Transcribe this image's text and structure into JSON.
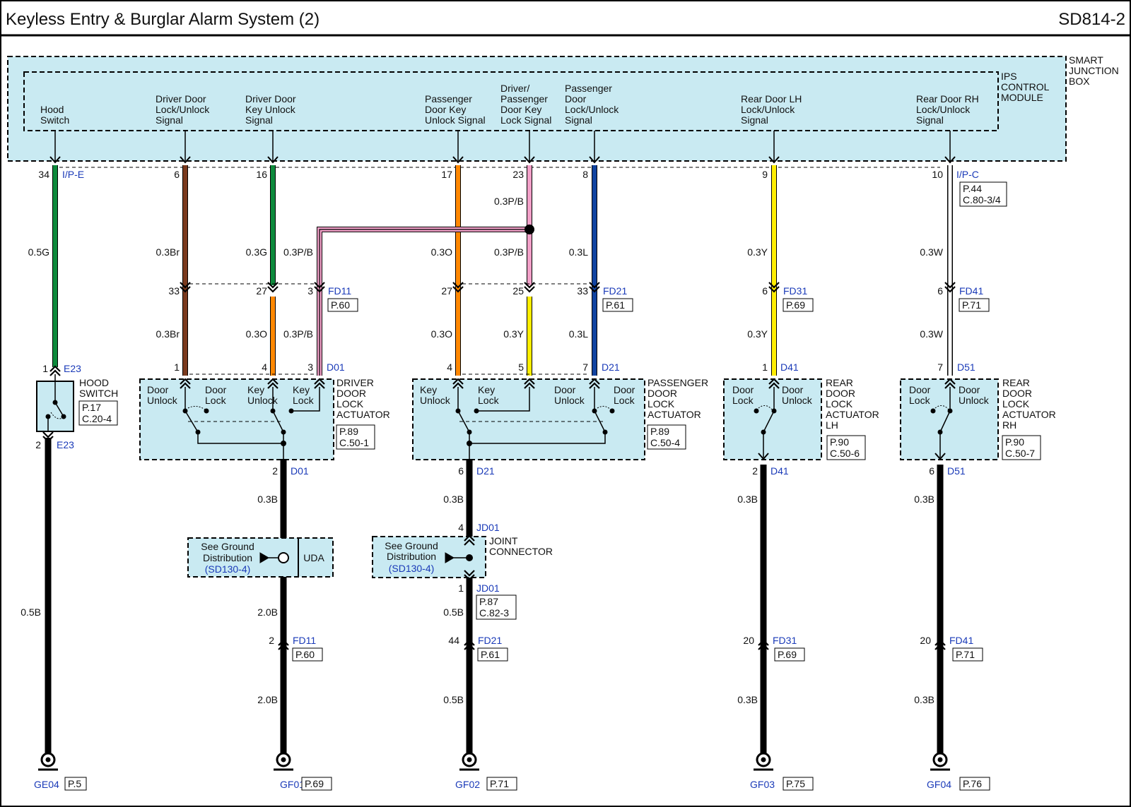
{
  "header": {
    "title": "Keyless Entry & Burglar Alarm System (2)",
    "code": "SD814-2"
  },
  "modules": {
    "smart_junction_box": [
      "SMART",
      "JUNCTION",
      "BOX"
    ],
    "ips_control_module": [
      "IPS",
      "CONTROL",
      "MODULE"
    ]
  },
  "signals": [
    {
      "id": "s1",
      "lines": [
        "Hood",
        "Switch"
      ]
    },
    {
      "id": "s2",
      "lines": [
        "Driver Door",
        "Lock/Unlock",
        "Signal"
      ]
    },
    {
      "id": "s3",
      "lines": [
        "Driver Door",
        "Key Unlock",
        "Signal"
      ]
    },
    {
      "id": "s4",
      "lines": [
        "Passenger",
        "Door Key",
        "Unlock Signal"
      ]
    },
    {
      "id": "s5",
      "lines": [
        "Driver/",
        "Passenger",
        "Door Key",
        "Lock Signal"
      ]
    },
    {
      "id": "s6",
      "lines": [
        "Passenger",
        "Door",
        "Lock/Unlock",
        "Signal"
      ]
    },
    {
      "id": "s7",
      "lines": [
        "Rear Door LH",
        "Lock/Unlock",
        "Signal"
      ]
    },
    {
      "id": "s8",
      "lines": [
        "Rear Door RH",
        "Lock/Unlock",
        "Signal"
      ]
    }
  ],
  "wire_colors": {
    "green": "#0e8a3c",
    "brown": "#7a3a1e",
    "orange": "#ff8800",
    "pink": "#f2a0c8",
    "blue": "#1043a0",
    "yellow": "#ffee00",
    "white": "#ffffff",
    "black": "#000000",
    "module_fill": "#c9eaf2",
    "connector_text": "#1a3ab8"
  },
  "labels": {
    "p34": "34",
    "ipe": "I/P-E",
    "p6": "6",
    "p16": "16",
    "p17": "17",
    "p23": "23",
    "p8": "8",
    "p9": "9",
    "p10": "10",
    "ipc": "I/P-C",
    "ipc_ref1": "P.44",
    "ipc_ref2": "C.80-3/4",
    "w03pb_a": "0.3P/B",
    "w05g": "0.5G",
    "w03br_a": "0.3Br",
    "w03g": "0.3G",
    "w03pb_b": "0.3P/B",
    "w03o_a": "0.3O",
    "w03pb_c": "0.3P/B",
    "w03l_a": "0.3L",
    "w03y_a": "0.3Y",
    "w03w_a": "0.3W",
    "fd11_33": "33",
    "fd11_27": "27",
    "fd11_3": "3",
    "fd11": "FD11",
    "fd11_ref": "P.60",
    "fd21_27": "27",
    "fd21_25": "25",
    "fd21_33": "33",
    "fd21": "FD21",
    "fd21_ref": "P.61",
    "fd31_6": "6",
    "fd31": "FD31",
    "fd31_ref": "P.69",
    "fd41_6": "6",
    "fd41": "FD41",
    "fd41_ref": "P.71",
    "w03br_b": "0.3Br",
    "w03o_b": "0.3O",
    "w03pb_d": "0.3P/B",
    "w03o_c": "0.3O",
    "w03y_b": "0.3Y",
    "w03l_b": "0.3L",
    "w03y_c": "0.3Y",
    "w03w_b": "0.3W",
    "e23_1": "1",
    "e23": "E23",
    "d01_1": "1",
    "d01_4": "4",
    "d01_3": "3",
    "d01": "D01",
    "d21_4": "4",
    "d21_5": "5",
    "d21_7": "7",
    "d21": "D21",
    "d41_1": "1",
    "d41": "D41",
    "d51_7": "7",
    "d51": "D51",
    "hood_sw": [
      "HOOD",
      "SWITCH"
    ],
    "hood_ref1": "P.17",
    "hood_ref2": "C.20-4",
    "drv_act": [
      "DRIVER",
      "DOOR",
      "LOCK",
      "ACTUATOR"
    ],
    "drv_ref1": "P.89",
    "drv_ref2": "C.50-1",
    "pas_act": [
      "PASSENGER",
      "DOOR",
      "LOCK",
      "ACTUATOR"
    ],
    "pas_ref1": "P.89",
    "pas_ref2": "C.50-4",
    "rlh_act": [
      "REAR",
      "DOOR",
      "LOCK",
      "ACTUATOR",
      "LH"
    ],
    "rlh_ref1": "P.90",
    "rlh_ref2": "C.50-6",
    "rrh_act": [
      "REAR",
      "DOOR",
      "LOCK",
      "ACTUATOR",
      "RH"
    ],
    "rrh_ref1": "P.90",
    "rrh_ref2": "C.50-7",
    "dd_unlock": [
      "Door",
      "Unlock"
    ],
    "dd_lock": [
      "Door",
      "Lock"
    ],
    "dk_unlock": [
      "Key",
      "Unlock"
    ],
    "dk_lock": [
      "Key",
      "Lock"
    ],
    "pk_unlock": [
      "Key",
      "Unlock"
    ],
    "pk_lock": [
      "Key",
      "Lock"
    ],
    "pd_unlock": [
      "Door",
      "Unlock"
    ],
    "pd_lock": [
      "Door",
      "Lock"
    ],
    "rl_lock": [
      "Door",
      "Lock"
    ],
    "rl_unlock": [
      "Door",
      "Unlock"
    ],
    "rr_lock": [
      "Door",
      "Lock"
    ],
    "rr_unlock": [
      "Door",
      "Unlock"
    ],
    "e23_2": "2",
    "e23b": "E23",
    "d01_2": "2",
    "d01b": "D01",
    "d21_6": "6",
    "d21b": "D21",
    "d41_2": "2",
    "d41b": "D41",
    "d51_6": "6",
    "d51b": "D51",
    "w03b_a": "0.3B",
    "w03b_b": "0.3B",
    "w03b_c": "0.3B",
    "w03b_d": "0.3B",
    "sgd1": [
      "See Ground",
      "Distribution"
    ],
    "sgd1_ref": "(SD130-4)",
    "uda": "UDA",
    "sgd2": [
      "See Ground",
      "Distribution"
    ],
    "sgd2_ref": "(SD130-4)",
    "jd01_4": "4",
    "jd01": "JD01",
    "joint": [
      "JOINT",
      "CONNECTOR"
    ],
    "jd01_1": "1",
    "jd01b": "JD01",
    "jd_ref1": "P.87",
    "jd_ref2": "C.82-3",
    "w05b_a": "0.5B",
    "w20b_a": "2.0B",
    "w05b_b": "0.5B",
    "fd11b_2": "2",
    "fd11b": "FD11",
    "fd11b_ref": "P.60",
    "fd21b_44": "44",
    "fd21b": "FD21",
    "fd21b_ref": "P.61",
    "fd31b_20": "20",
    "fd31b": "FD31",
    "fd31b_ref": "P.69",
    "fd41b_20": "20",
    "fd41b": "FD41",
    "fd41b_ref": "P.71",
    "w20b_b": "2.0B",
    "w05b_c": "0.5B",
    "w03b_e": "0.3B",
    "w03b_f": "0.3B",
    "ge04": "GE04",
    "ge04_ref": "P.5",
    "gf01": "GF01",
    "gf01_ref": "P.69",
    "gf02": "GF02",
    "gf02_ref": "P.71",
    "gf03": "GF03",
    "gf03_ref": "P.75",
    "gf04": "GF04",
    "gf04_ref": "P.76"
  }
}
